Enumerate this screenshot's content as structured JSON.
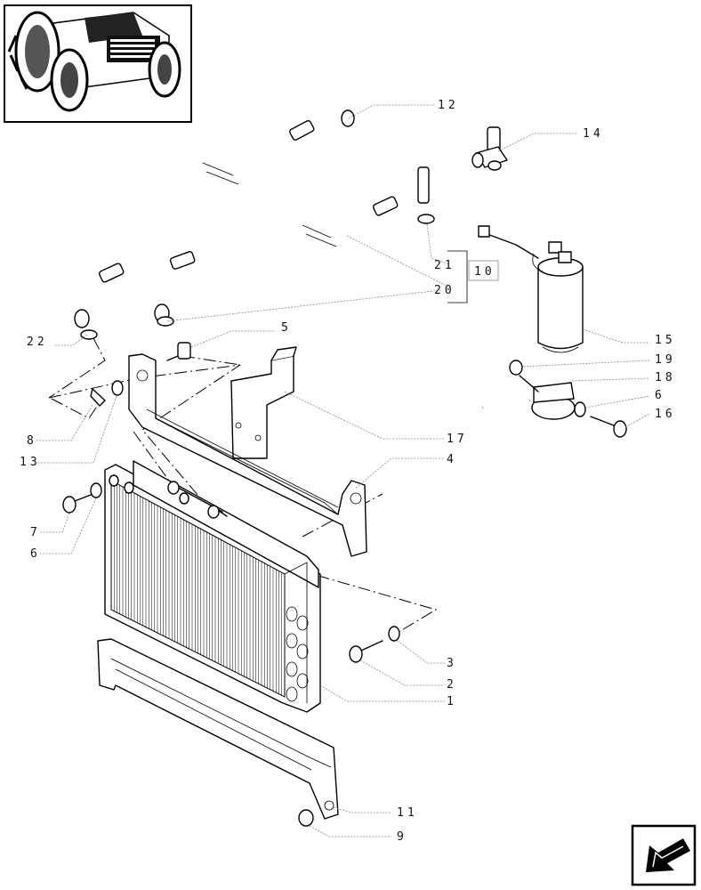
{
  "callouts": {
    "c12": "12",
    "c14": "14",
    "c21": "21",
    "c10": "10",
    "c20": "20",
    "c22": "22",
    "c5": "5",
    "c15": "15",
    "c19": "19",
    "c18": "18",
    "c6a": "6",
    "c16": "16",
    "c8": "8",
    "c13": "13",
    "c17": "17",
    "c4": "4",
    "c7": "7",
    "c6b": "6",
    "c3": "3",
    "c2": "2",
    "c1": "1",
    "c11": "11",
    "c9": "9"
  }
}
